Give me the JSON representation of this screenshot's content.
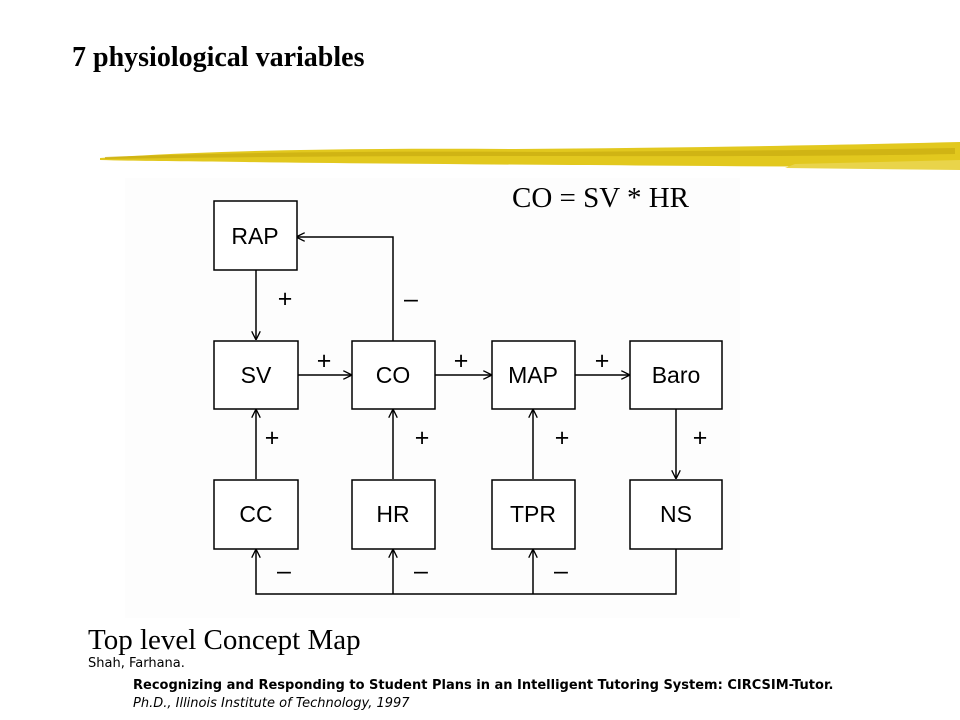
{
  "slide": {
    "title": "7 physiological variables",
    "formula": "CO = SV * HR",
    "caption": "Top level Concept Map",
    "reference": {
      "author": "Shah, Farhana.",
      "title": "Recognizing and Responding to Student Plans in an Intelligent Tutoring System: CIRCSIM-Tutor.",
      "venue": "Ph.D., Illinois Institute of Technology, 1997"
    }
  },
  "diagram": {
    "nodes": {
      "rap": "RAP",
      "sv": "SV",
      "co": "CO",
      "map": "MAP",
      "baro": "Baro",
      "cc": "CC",
      "hr": "HR",
      "tpr": "TPR",
      "ns": "NS"
    },
    "edges": [
      {
        "from": "RAP",
        "to": "SV",
        "sign": "+"
      },
      {
        "from": "CO",
        "to": "RAP",
        "sign": "–"
      },
      {
        "from": "SV",
        "to": "CO",
        "sign": "+"
      },
      {
        "from": "CO",
        "to": "MAP",
        "sign": "+"
      },
      {
        "from": "MAP",
        "to": "Baro",
        "sign": "+"
      },
      {
        "from": "CC",
        "to": "SV",
        "sign": "+"
      },
      {
        "from": "HR",
        "to": "CO",
        "sign": "+"
      },
      {
        "from": "TPR",
        "to": "MAP",
        "sign": "+"
      },
      {
        "from": "Baro",
        "to": "NS",
        "sign": "+"
      },
      {
        "from": "NS",
        "to": "CC",
        "sign": "–"
      },
      {
        "from": "NS",
        "to": "HR",
        "sign": "–"
      },
      {
        "from": "NS",
        "to": "TPR",
        "sign": "–"
      }
    ]
  },
  "colors": {
    "brush_stroke": "#e2c81e",
    "node_fill": "#ffffff",
    "node_border": "#000000"
  }
}
